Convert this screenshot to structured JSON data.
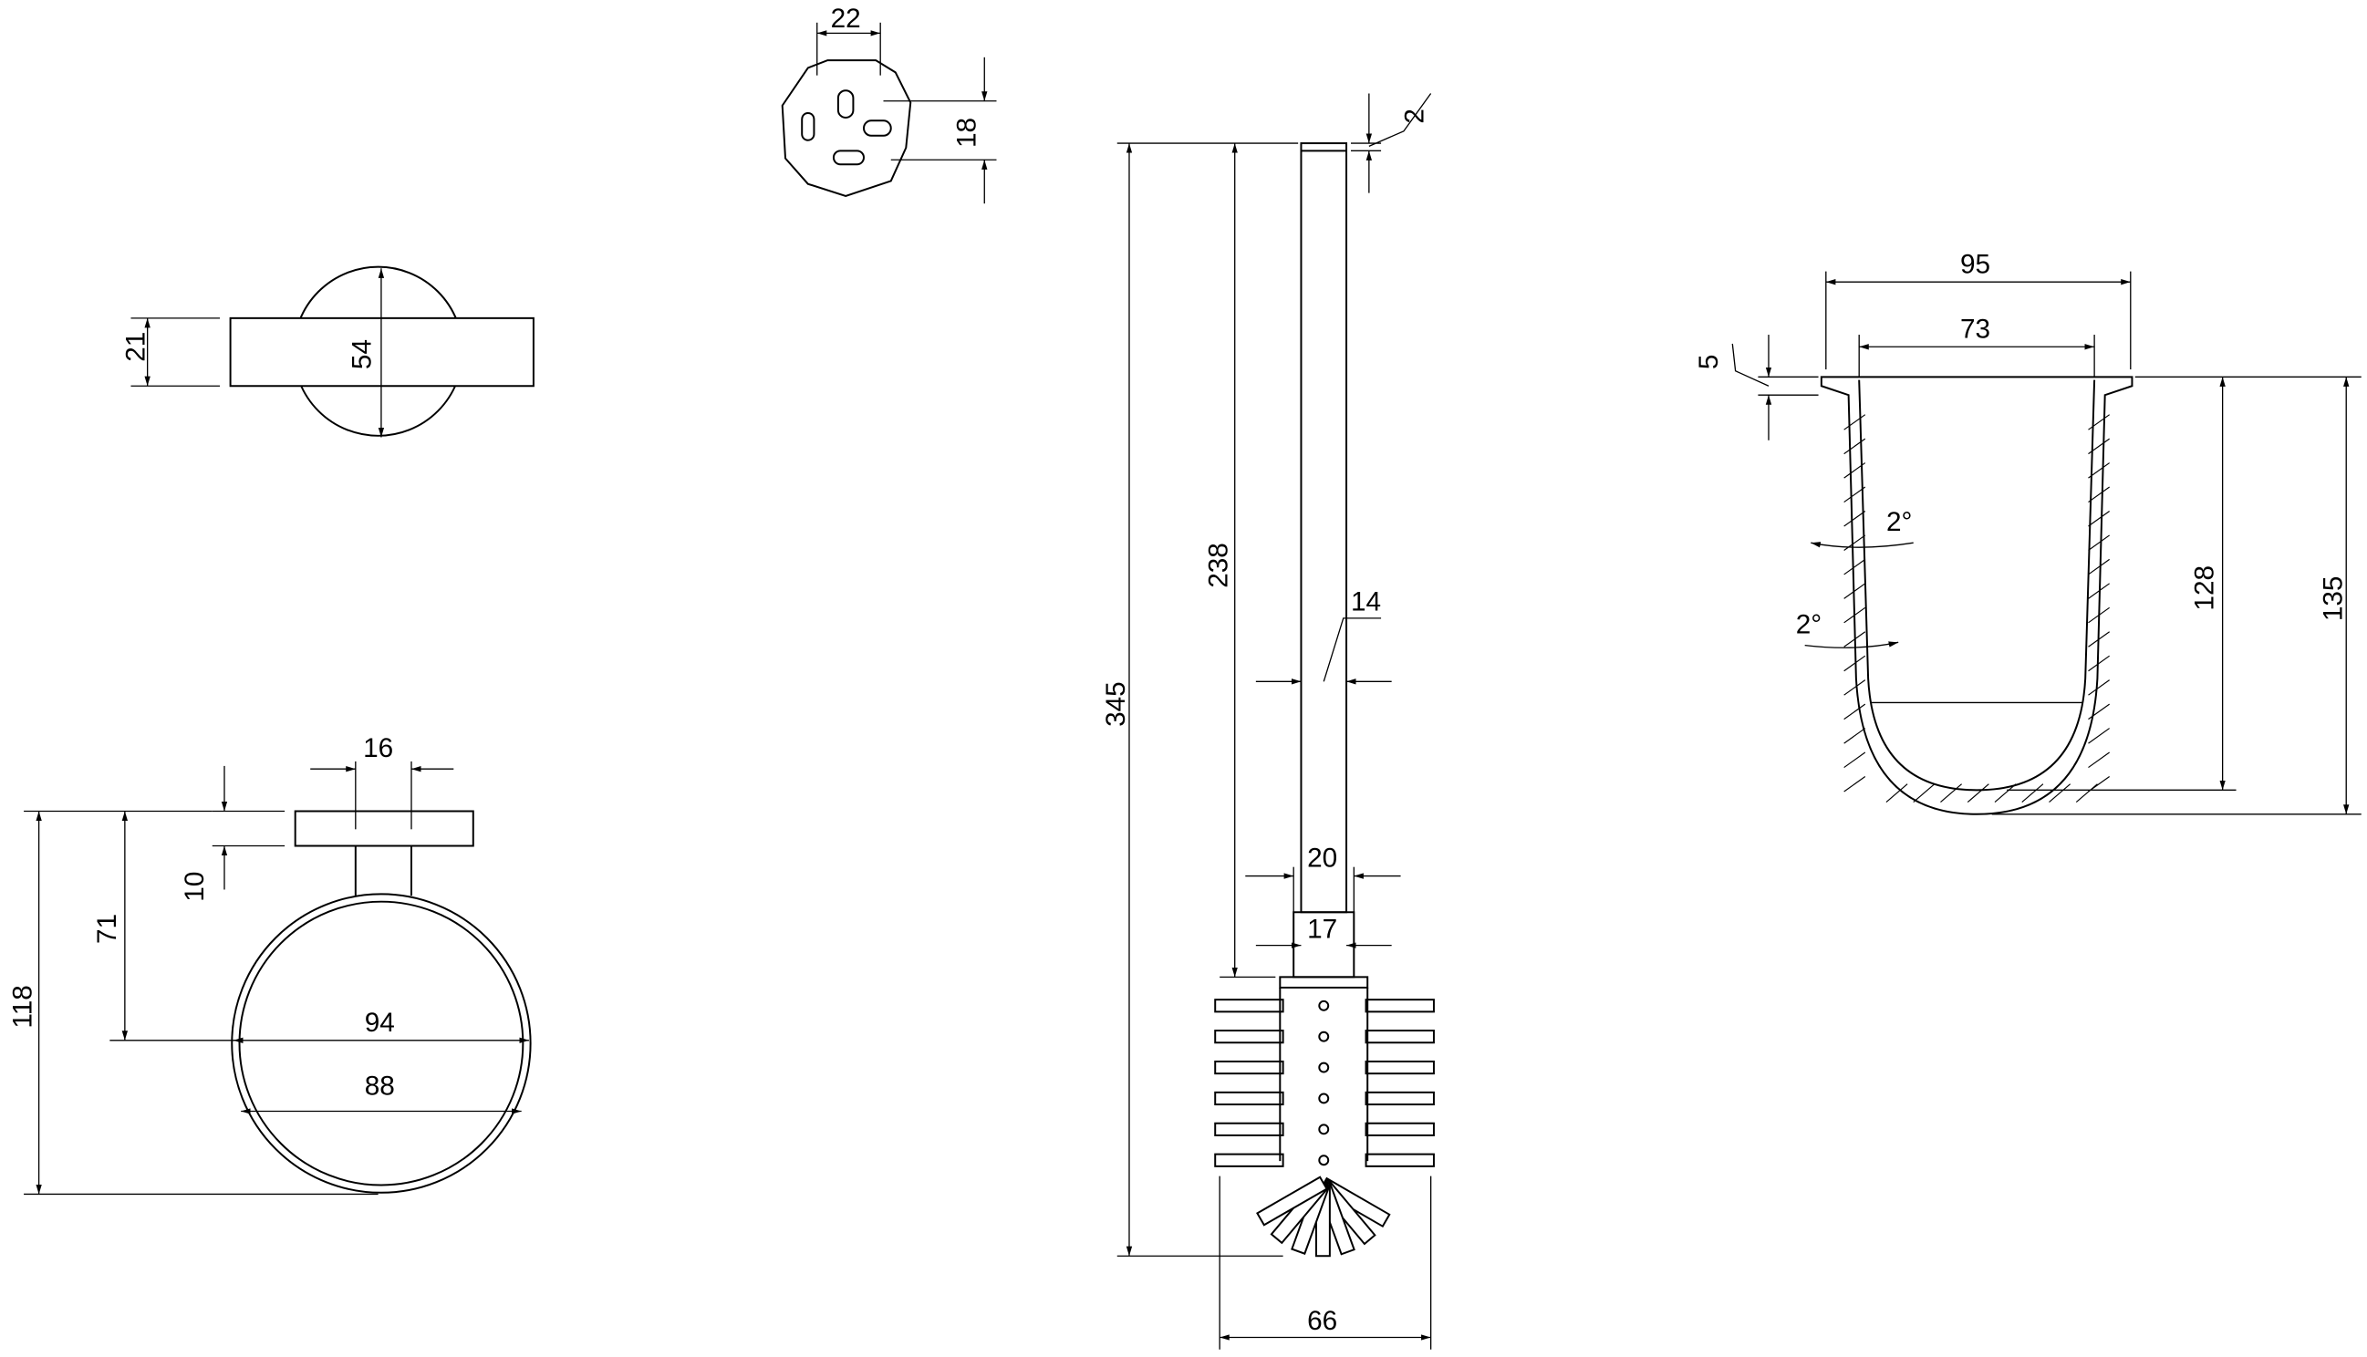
{
  "holder_top_view": {
    "dim_height": "21",
    "dim_diameter": "54"
  },
  "holder_front_view": {
    "dim_stem": "16",
    "dim_plate": "10",
    "dim_center": "71",
    "dim_total": "118",
    "dim_outer": "94",
    "dim_inner": "88"
  },
  "mounting_plate": {
    "dim_width": "22",
    "dim_height": "18"
  },
  "brush": {
    "dim_total": "345",
    "dim_handle": "238",
    "dim_cap": "2",
    "dim_handle_width": "14",
    "dim_collar_outer": "20",
    "dim_collar_inner": "17",
    "dim_head": "66"
  },
  "cup": {
    "dim_outer": "95",
    "dim_inner": "73",
    "dim_rim": "5",
    "dim_inner_depth": "128",
    "dim_total_depth": "135",
    "angle_outer": "2°",
    "angle_inner": "2°"
  }
}
